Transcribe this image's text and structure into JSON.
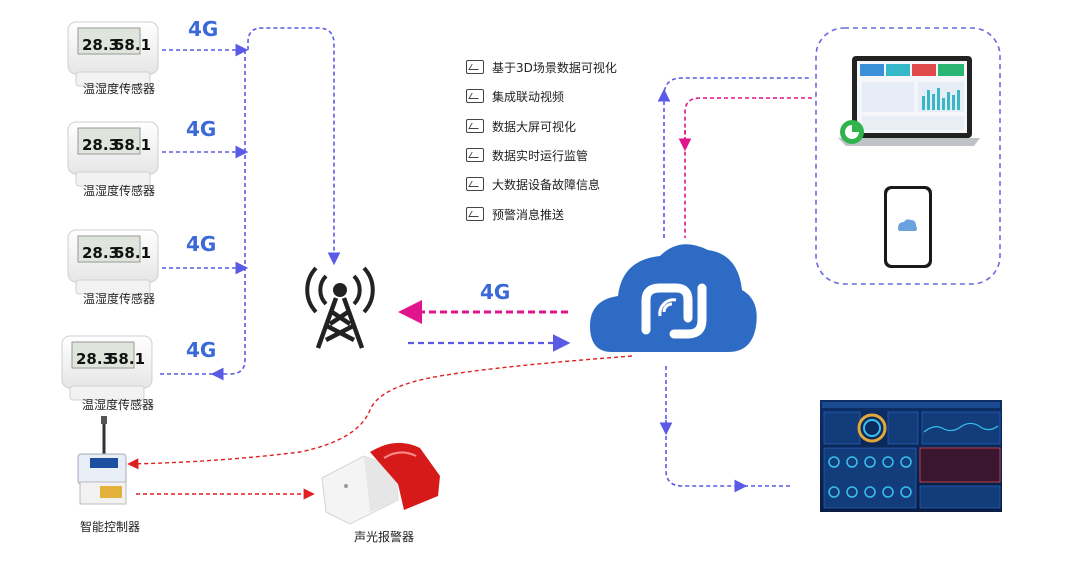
{
  "sensors": [
    {
      "label": "温湿度传感器",
      "temp": "28.3",
      "hum": "58.1",
      "network": "4G"
    },
    {
      "label": "温湿度传感器",
      "temp": "28.3",
      "hum": "58.1",
      "network": "4G"
    },
    {
      "label": "温湿度传感器",
      "temp": "28.3",
      "hum": "58.1",
      "network": "4G"
    },
    {
      "label": "温湿度传感器",
      "temp": "28.3",
      "hum": "58.1",
      "network": "4G"
    }
  ],
  "features": [
    "基于3D场景数据可视化",
    "集成联动视频",
    "数据大屏可视化",
    "数据实时运行监管",
    "大数据设备故障信息",
    "预警消息推送"
  ],
  "tower_link_label": "4G",
  "controller": {
    "label": "智能控制器"
  },
  "alarm": {
    "label": "声光报警器"
  },
  "colors": {
    "blue_dashed": "#5a5ae6",
    "magenta_dashed": "#e0148c",
    "red_dashed": "#e02020",
    "cloud": "#2d6bc4",
    "accent_4g": "#3b6ad8"
  },
  "icons": [
    "cell-tower-icon",
    "cloud-platform-icon",
    "laptop-dashboard",
    "smartphone",
    "monitor-screen",
    "alarm-siren",
    "smart-controller"
  ]
}
